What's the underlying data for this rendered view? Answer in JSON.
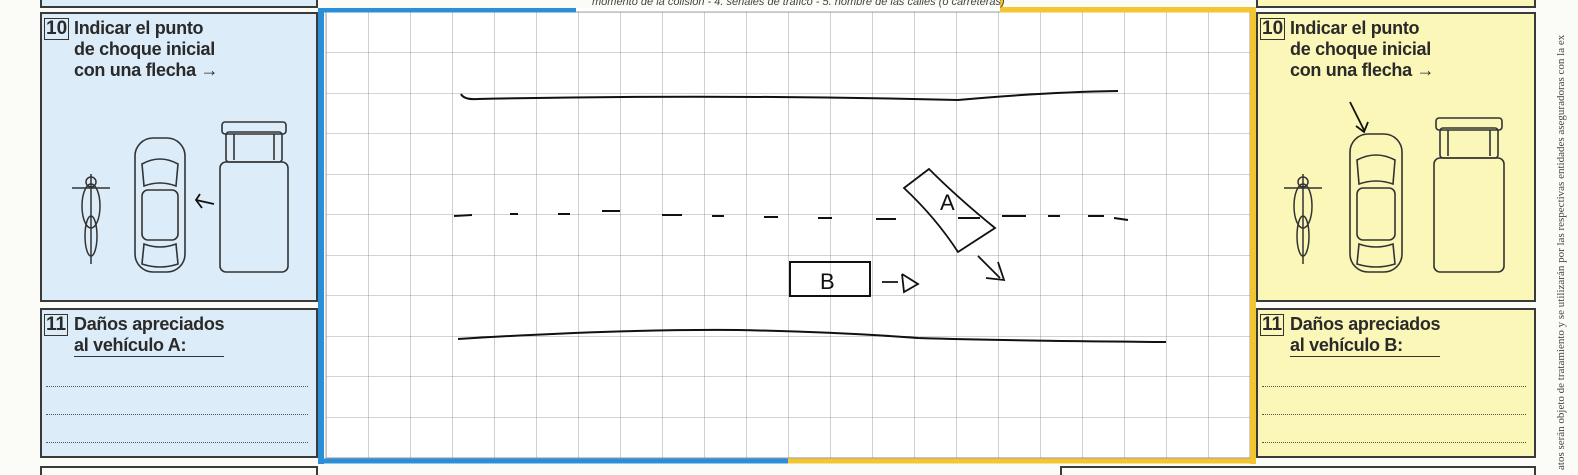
{
  "caption_top": "momento de la colisión - 4. señales de tráfico - 5. nombre de las calles (o carreteras)",
  "side_text": "atos serán objeto de tratamiento y se utilizarán por las respectivas entidades aseguradoras con la ex",
  "section10": {
    "number": "10",
    "line1": "Indicar el punto",
    "line2": "de choque inicial",
    "line3": "con una flecha →"
  },
  "section11_a": {
    "number": "11",
    "line1": "Daños apreciados",
    "line2": "al vehículo A:"
  },
  "section11_b": {
    "number": "11",
    "line1": "Daños apreciados",
    "line2": "al vehículo B:"
  },
  "sketch": {
    "vehicle_a_label": "A",
    "vehicle_b_label": "B"
  },
  "colors": {
    "vehicle_a_panel": "#dcecf8",
    "vehicle_b_panel": "#fbf7b8",
    "frame_blue": "#2b8fd8",
    "frame_yellow": "#f2c531",
    "grid": "#8a8a8a"
  }
}
